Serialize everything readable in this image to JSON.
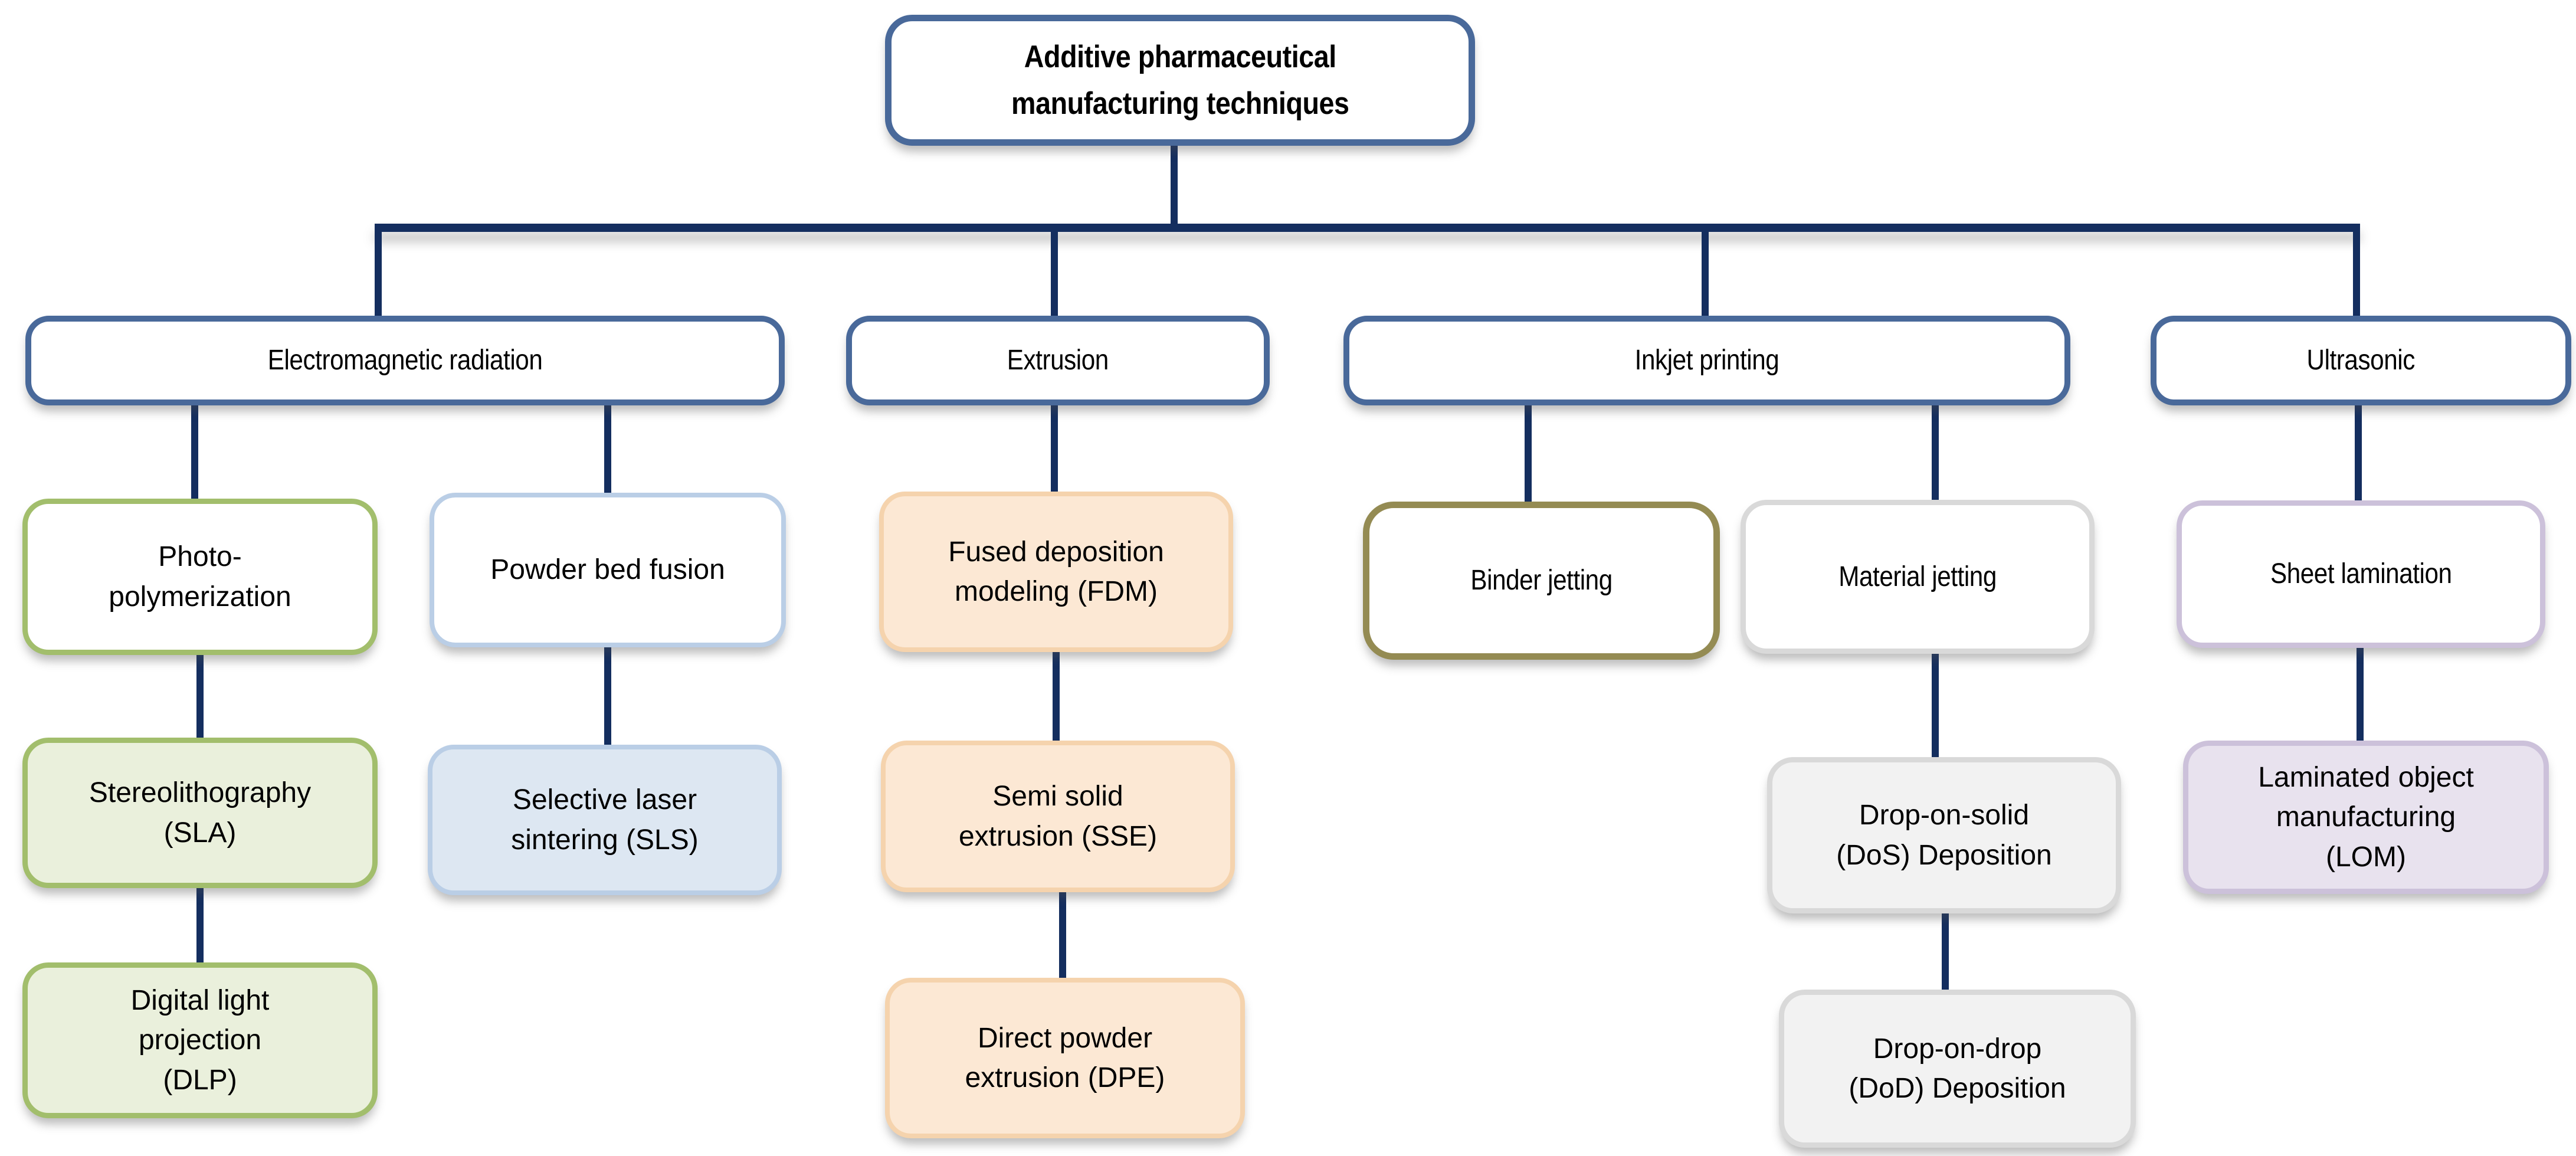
{
  "figure": {
    "background": "#ffffff",
    "type": "hierarchy-flowchart"
  },
  "palette": {
    "connector_navy": "#142e5f",
    "steel_blue_border": "#49699a",
    "green_border": "#a2be6c",
    "green_fill": "#eaf0dc",
    "light_blue_border": "#bacee6",
    "light_blue_fill": "#dde7f2",
    "peach_border": "#f5d3ad",
    "peach_fill": "#fce8d4",
    "olive_border": "#948b53",
    "gray_border": "#d9d9d9",
    "gray_fill": "#f2f2f2",
    "lavender_border": "#ccc1da",
    "lavender_fill": "#e8e2ee",
    "white_fill": "#ffffff",
    "text": "#000000"
  },
  "nodes": {
    "root": {
      "label": "Additive pharmaceutical\nmanufacturing techniques"
    },
    "electromagnetic": {
      "label": "Electromagnetic radiation"
    },
    "extrusion": {
      "label": "Extrusion"
    },
    "inkjet": {
      "label": "Inkjet printing"
    },
    "ultrasonic": {
      "label": "Ultrasonic"
    },
    "photopolymerization": {
      "label": "Photo-\npolymerization"
    },
    "powder_bed_fusion": {
      "label": "Powder bed fusion"
    },
    "fdm": {
      "label": "Fused deposition\nmodeling (FDM)"
    },
    "binder_jetting": {
      "label": "Binder jetting"
    },
    "material_jetting": {
      "label": "Material jetting"
    },
    "sheet_lamination": {
      "label": "Sheet lamination"
    },
    "sla": {
      "label": "Stereolithography\n(SLA)"
    },
    "sls": {
      "label": "Selective laser\nsintering (SLS)"
    },
    "sse": {
      "label": "Semi solid\nextrusion (SSE)"
    },
    "dos": {
      "label": "Drop-on-solid\n(DoS) Deposition"
    },
    "lom": {
      "label": "Laminated object\nmanufacturing\n(LOM)"
    },
    "dlp": {
      "label": "Digital light\nprojection\n(DLP)"
    },
    "dpe": {
      "label": "Direct powder\nextrusion (DPE)"
    },
    "dod": {
      "label": "Drop-on-drop\n(DoD) Deposition"
    }
  }
}
